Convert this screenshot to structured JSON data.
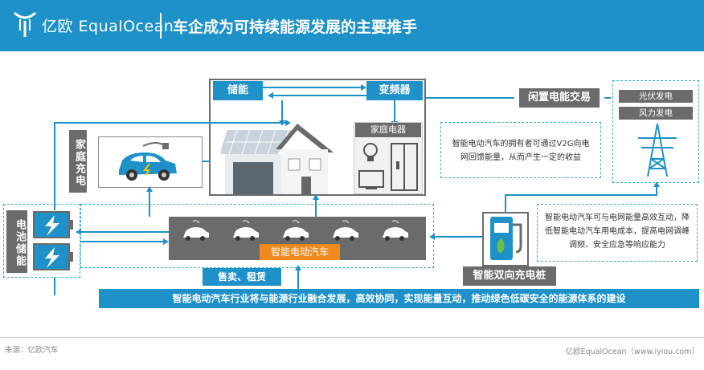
{
  "header": {
    "brand": "亿欧 EqualOcean",
    "title": "车企成为可持续能源发展的主要推手"
  },
  "house": {
    "storage_label": "储能",
    "inverter_label": "变频器",
    "appliance_label": "家庭电器"
  },
  "home_charging_label": "家庭充电",
  "battery_storage_label": "电池储能",
  "fleet_label": "智能电动汽车",
  "sale_rent_label": "售卖、租赁",
  "bottom_banner": "智能电动汽车行业将与能源行业融合发展，高效协同，实现能量互动，推动绿色低碳安全的能源体系的建设",
  "idle_trade": {
    "label": "闲置电能交易",
    "note": "智能电动汽车的拥有者可通过V2G向电网回馈能量，从而产生一定的收益"
  },
  "grid": {
    "solar_label": "光伏发电",
    "wind_label": "风力发电"
  },
  "charging_pile": {
    "label": "智能双向充电桩",
    "note": "智能电动汽车可与电网能量高效互动，降低智能电动汽车用电成本，提高电网调峰调频、安全应急等响应能力"
  },
  "footer": {
    "source": "来源：亿欧汽车",
    "credit": "亿欧EqualOcean（www.iyiou.com）"
  },
  "colors": {
    "brand_blue": "#1e91c8",
    "panel_grey": "#6b6b6b",
    "accent_orange": "#f08a1c",
    "dashed_teal": "#3aa8c9"
  }
}
